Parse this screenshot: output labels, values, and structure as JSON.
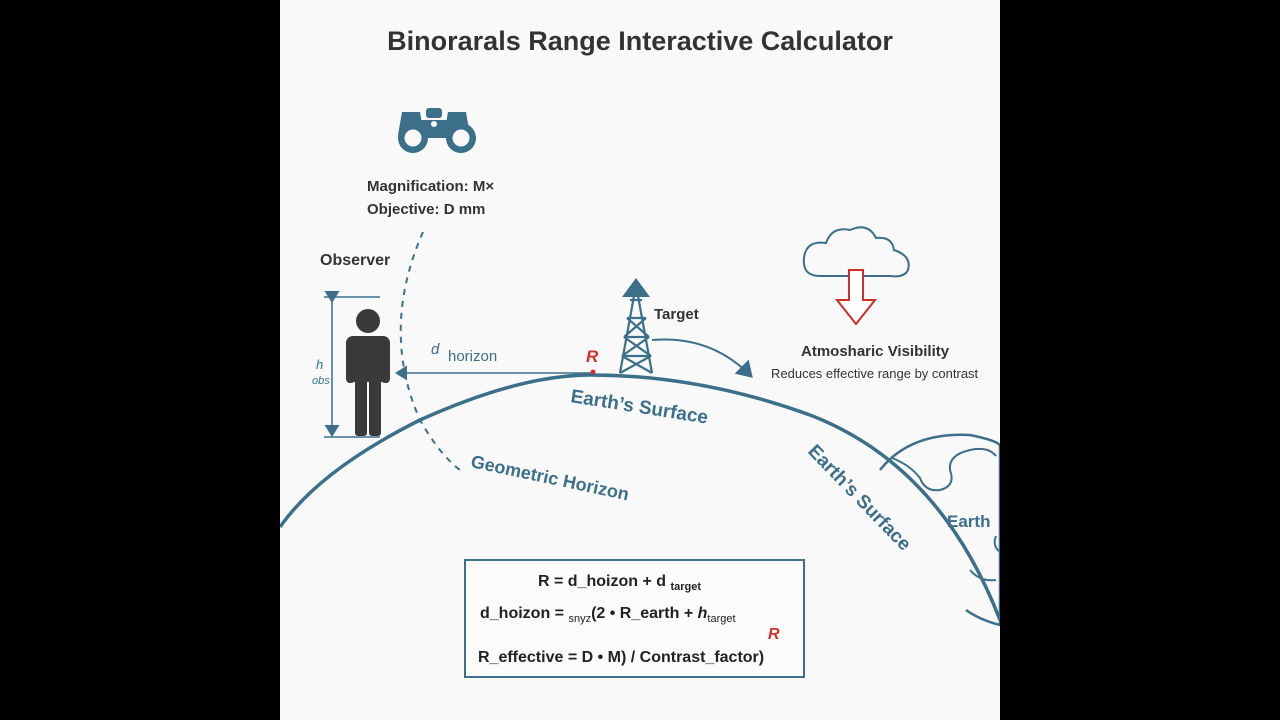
{
  "title": "Binorarals Range Interactive Calculator",
  "binoculars": {
    "magnification": "Magnification: M×",
    "objective": "Objective: D mm"
  },
  "observer": {
    "label": "Observer",
    "h_label": "h",
    "h_sub": "obs"
  },
  "horizon": {
    "d_label": "d",
    "d_sub": "horizon",
    "r_marker": "R"
  },
  "target": {
    "label": "Target"
  },
  "atmosphere": {
    "title": "Atmosharic Visibility",
    "subtitle": "Reduces effective range by contrast"
  },
  "surface": {
    "label1": "Earth’s Surface",
    "label2": "Earth’s Surface",
    "geometric": "Geometric Horizon",
    "earth": "Earth"
  },
  "formulas": {
    "line1_main": "R = d_hoizon + d",
    "line1_sub": "target",
    "line2_main": "d_hoizon = ",
    "line2_small": "snyz",
    "line2_rest": "(2 • R_earth + ",
    "line2_h": "h",
    "line2_hsub": "target",
    "line2_r": "R",
    "line3": "R_effective = D • M)  / Contrast_factor)"
  },
  "colors": {
    "accent": "#3b6f8a",
    "alert": "#d32f2f",
    "text": "#333333",
    "figure": "#3a3a3a",
    "background": "#f9f9f9"
  }
}
